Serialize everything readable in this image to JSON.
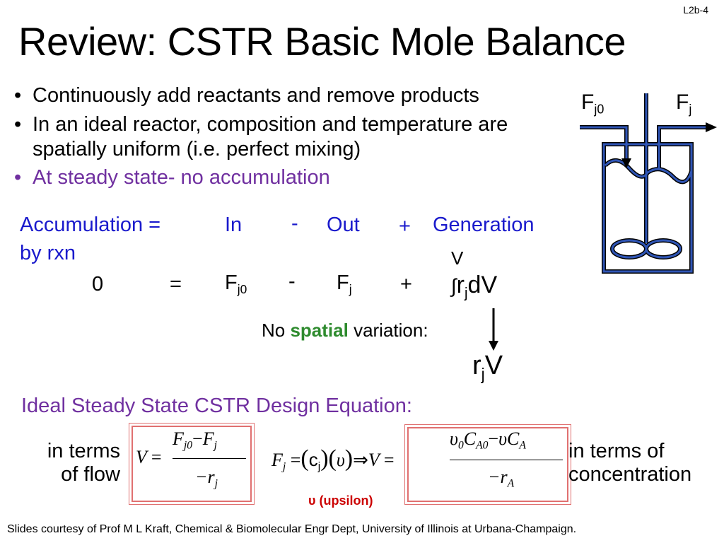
{
  "slide_number": "L2b-4",
  "title": "Review: CSTR Basic Mole Balance",
  "bullets": [
    "Continuously add reactants and remove products",
    "In an ideal reactor, composition and temperature are spatially uniform (i.e. perfect mixing)",
    "At steady state- no accumulation"
  ],
  "balance_words": {
    "accumulation": "Accumulation =",
    "by_rxn": "by rxn",
    "in": "In",
    "minus": "-",
    "out": "Out",
    "plus": "+",
    "generation": "Generation",
    "v": "V"
  },
  "balance_eq": {
    "zero": "0",
    "equals": "=",
    "fj0": "F",
    "fj0_sub": "j0",
    "minus": "-",
    "fj": "F",
    "fj_sub": "j",
    "plus": "+",
    "integral": "∫",
    "rj": "r",
    "rj_sub": "j",
    "dv": "dV"
  },
  "no_spatial": {
    "prefix": "No ",
    "highlight": "spatial",
    "suffix": " variation:"
  },
  "result": {
    "r": "r",
    "sub": "j",
    "v": "V"
  },
  "reactor": {
    "inlet": "F",
    "inlet_sub": "j0",
    "outlet": "F",
    "outlet_sub": "j"
  },
  "design_title": "Ideal Steady State CSTR Design Equation:",
  "flow_label": [
    "in terms",
    "of flow"
  ],
  "conc_label": [
    "in terms of",
    "concentration"
  ],
  "eq_flow": {
    "lhs": "V",
    "eq": "=",
    "num": "F",
    "num_sub1": "j0",
    "num_minus": "−",
    "num2": "F",
    "num_sub2": "j",
    "den": "−r",
    "den_sub": "j"
  },
  "eq_mid": {
    "f": "F",
    "f_sub": "j",
    "eq": "=",
    "c": "c",
    "c_sub": "j",
    "ups": "υ",
    "arrow": "⇒",
    "v": "V",
    "eq2": "="
  },
  "eq_conc": {
    "num1": "υ",
    "num1_sub": "0",
    "num2": "C",
    "num2_sub": "A0",
    "minus": "−",
    "num3": "υC",
    "num3_sub": "A",
    "den": "−r",
    "den_sub": "A"
  },
  "upsilon_note": "υ (upsilon)",
  "footer": "Slides courtesy of Prof M L Kraft, Chemical & Biomolecular Engr Dept, University of Illinois at Urbana-Champaign.",
  "colors": {
    "blue": "#1a1acc",
    "purple": "#7030a0",
    "green": "#2e8b2e",
    "red_box": "#e07070",
    "reactor_blue": "#2f55b5"
  }
}
